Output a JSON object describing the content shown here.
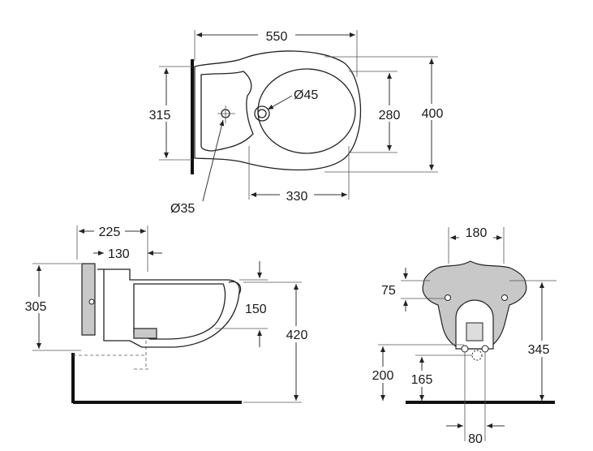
{
  "top_view": {
    "width_label": "550",
    "depth_label": "400",
    "bowl_depth_label": "280",
    "mount_depth_label": "315",
    "bowl_length_label": "330",
    "drain_hole_label": "Ø45",
    "tap_hole_label": "Ø35"
  },
  "side_view": {
    "overall_depth_label": "225",
    "inner_offset_label": "130",
    "mount_height_label": "305",
    "rim_height_label": "150",
    "total_height_label": "420"
  },
  "front_view": {
    "fixing_spacing_label": "180",
    "fixing_offset_label": "75",
    "height_label": "345",
    "outlet_height_label": "200",
    "outlet_low_label": "165",
    "outlet_spacing_label": "80"
  }
}
